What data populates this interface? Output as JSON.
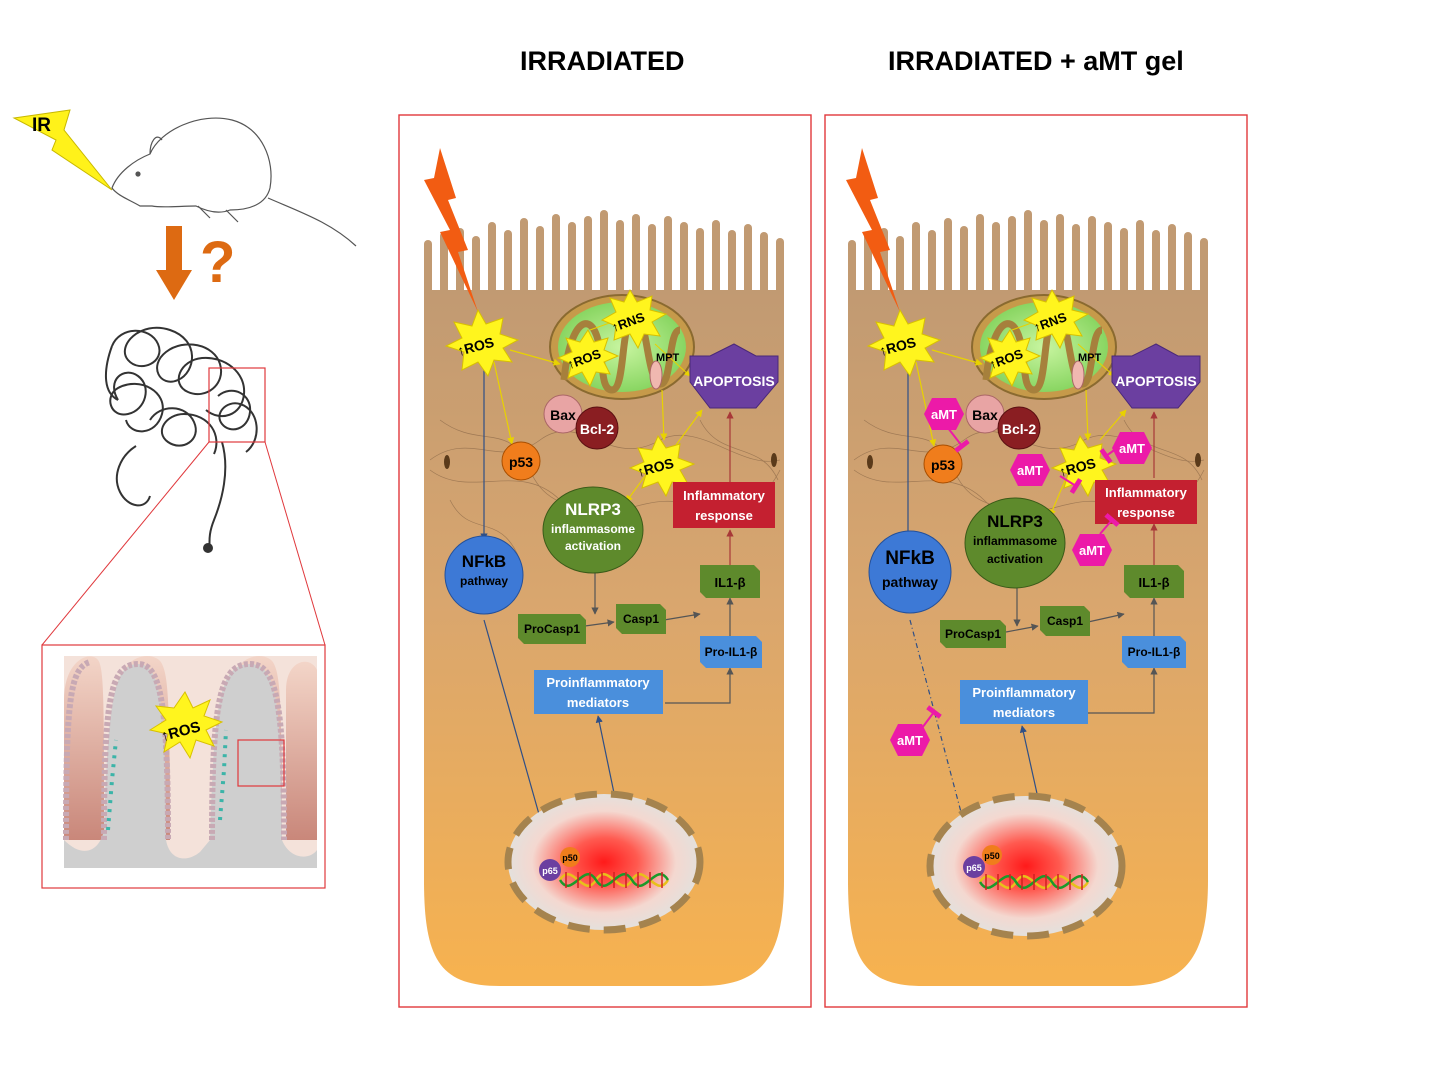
{
  "titles": {
    "left": "IRRADIATED",
    "right": "IRRADIATED + aMT gel"
  },
  "intro": {
    "ir_label": "IR",
    "question_mark": "?",
    "inset_ros": "ROS"
  },
  "arrow_glyph": "↑",
  "labels": {
    "ros": "ROS",
    "rns": "RNS",
    "mpt": "MPT",
    "apoptosis": "APOPTOSIS",
    "bax": "Bax",
    "bcl2": "Bcl-2",
    "p53": "p53",
    "nlrp3": "NLRP3",
    "nlrp3_line2": "inflammasome",
    "nlrp3_line3": "activation",
    "inflam_line1": "Inflammatory",
    "inflam_line2": "response",
    "nfkb": "NFkB",
    "nfkb_line2": "pathway",
    "il1b": "IL1-β",
    "procasp1": "ProCasp1",
    "casp1": "Casp1",
    "proil1b": "Pro-IL1-β",
    "proinflam_line1": "Proinflammatory",
    "proinflam_line2": "mediators",
    "p65": "p65",
    "p50": "p50",
    "amt": "aMT"
  },
  "colors": {
    "frame": "#e0383c",
    "cell_top": "#c9a27a",
    "cell_bottom": "#f5ae4c",
    "star": "#fff51e",
    "mito": "#8de06a",
    "apoptosis": "#6b3fa0",
    "nfkb": "#3d79d6",
    "nlrp3": "#5e8a2c",
    "green_box": "#5e8a2c",
    "blue_box": "#4a8fdc",
    "red_box": "#c42030",
    "amt": "#ec1aa8",
    "bolt": "#f25c12",
    "p53": "#f07d1c",
    "bax": "#e8a4a4",
    "bcl2": "#8a1e22"
  },
  "icons": [
    "lightning-bolt-icon",
    "mouse-icon",
    "intestine-icon",
    "dna-helix-icon",
    "down-arrow-icon"
  ]
}
